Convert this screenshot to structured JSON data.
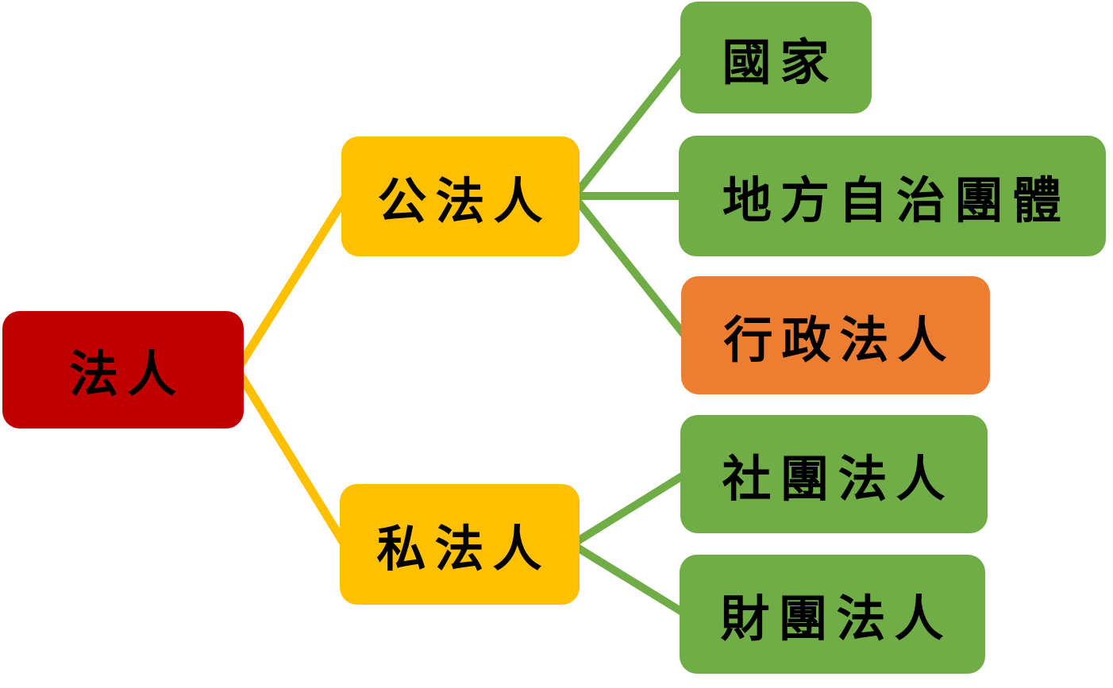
{
  "colors": {
    "background": "#FFFFFF",
    "text": "#000000",
    "root_box": "#C00000",
    "branch_box": "#FFC000",
    "leaf_box": "#70AD47",
    "highlight_box": "#ED7D31",
    "connector_primary": "#FFC000",
    "connector_secondary": "#70AD47"
  },
  "nodes": {
    "root": {
      "label": "法人"
    },
    "public": {
      "label": "公法人"
    },
    "private": {
      "label": "私法人"
    },
    "nation": {
      "label": "國家"
    },
    "local_gov": {
      "label": "地方自治團體"
    },
    "admin": {
      "label": "行政法人"
    },
    "association": {
      "label": "社團法人"
    },
    "foundation": {
      "label": "財團法人"
    }
  },
  "edges": [
    {
      "from": "法人",
      "to": "公法人"
    },
    {
      "from": "法人",
      "to": "私法人"
    },
    {
      "from": "公法人",
      "to": "國家"
    },
    {
      "from": "公法人",
      "to": "地方自治團體"
    },
    {
      "from": "公法人",
      "to": "行政法人"
    },
    {
      "from": "私法人",
      "to": "社團法人"
    },
    {
      "from": "私法人",
      "to": "財團法人"
    }
  ]
}
